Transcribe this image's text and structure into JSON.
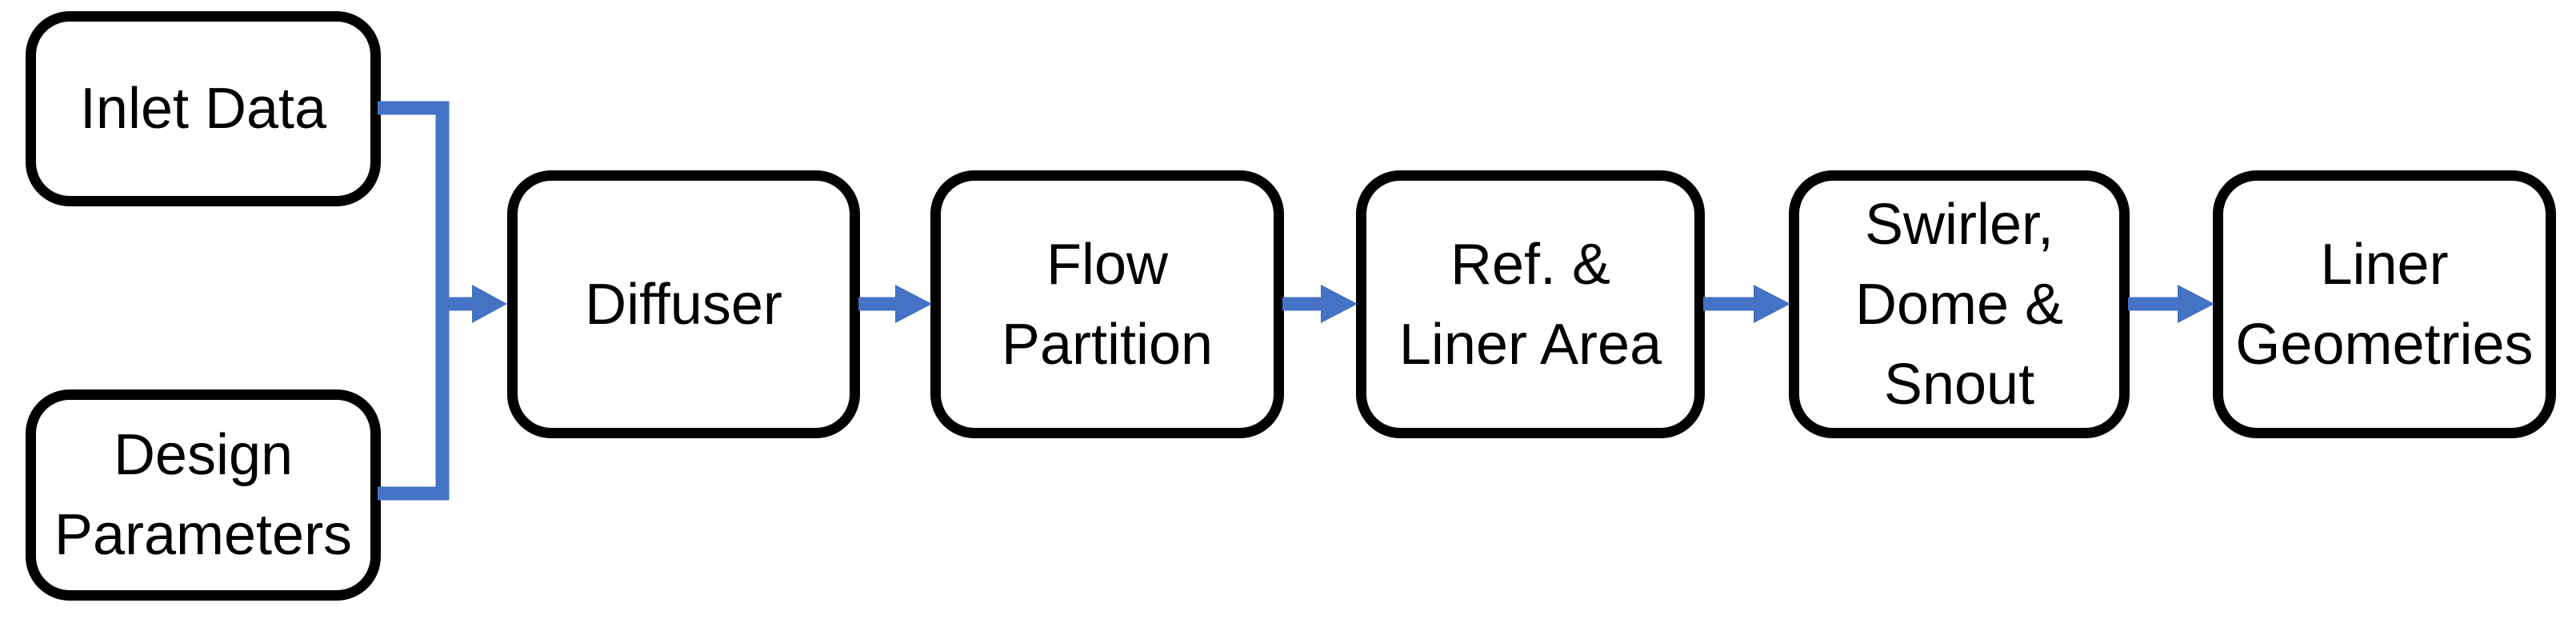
{
  "diagram": {
    "type": "flowchart",
    "nodes": [
      {
        "id": "inlet-data",
        "label": "Inlet Data",
        "lines": [
          "Inlet Data"
        ]
      },
      {
        "id": "design-parameters",
        "label": "Design Parameters",
        "lines": [
          "Design",
          "Parameters"
        ]
      },
      {
        "id": "diffuser",
        "label": "Diffuser",
        "lines": [
          "Diffuser"
        ]
      },
      {
        "id": "flow-partition",
        "label": "Flow Partition",
        "lines": [
          "Flow",
          "Partition"
        ]
      },
      {
        "id": "ref-liner-area",
        "label": "Ref. & Liner Area",
        "lines": [
          "Ref. &",
          "Liner Area"
        ]
      },
      {
        "id": "swirler-dome-snout",
        "label": "Swirler, Dome & Snout",
        "lines": [
          "Swirler,",
          "Dome &",
          "Snout"
        ]
      },
      {
        "id": "liner-geometries",
        "label": "Liner Geometries",
        "lines": [
          "Liner",
          "Geometries"
        ]
      }
    ],
    "edges": [
      {
        "from": "inlet-data",
        "to": "diffuser"
      },
      {
        "from": "design-parameters",
        "to": "diffuser"
      },
      {
        "from": "diffuser",
        "to": "flow-partition"
      },
      {
        "from": "flow-partition",
        "to": "ref-liner-area"
      },
      {
        "from": "ref-liner-area",
        "to": "swirler-dome-snout"
      },
      {
        "from": "swirler-dome-snout",
        "to": "liner-geometries"
      }
    ],
    "colors": {
      "connector": "#4472C4",
      "box_border": "#000000",
      "box_fill": "#FFFFFF",
      "text": "#000000",
      "background": "#FFFFFF"
    }
  }
}
